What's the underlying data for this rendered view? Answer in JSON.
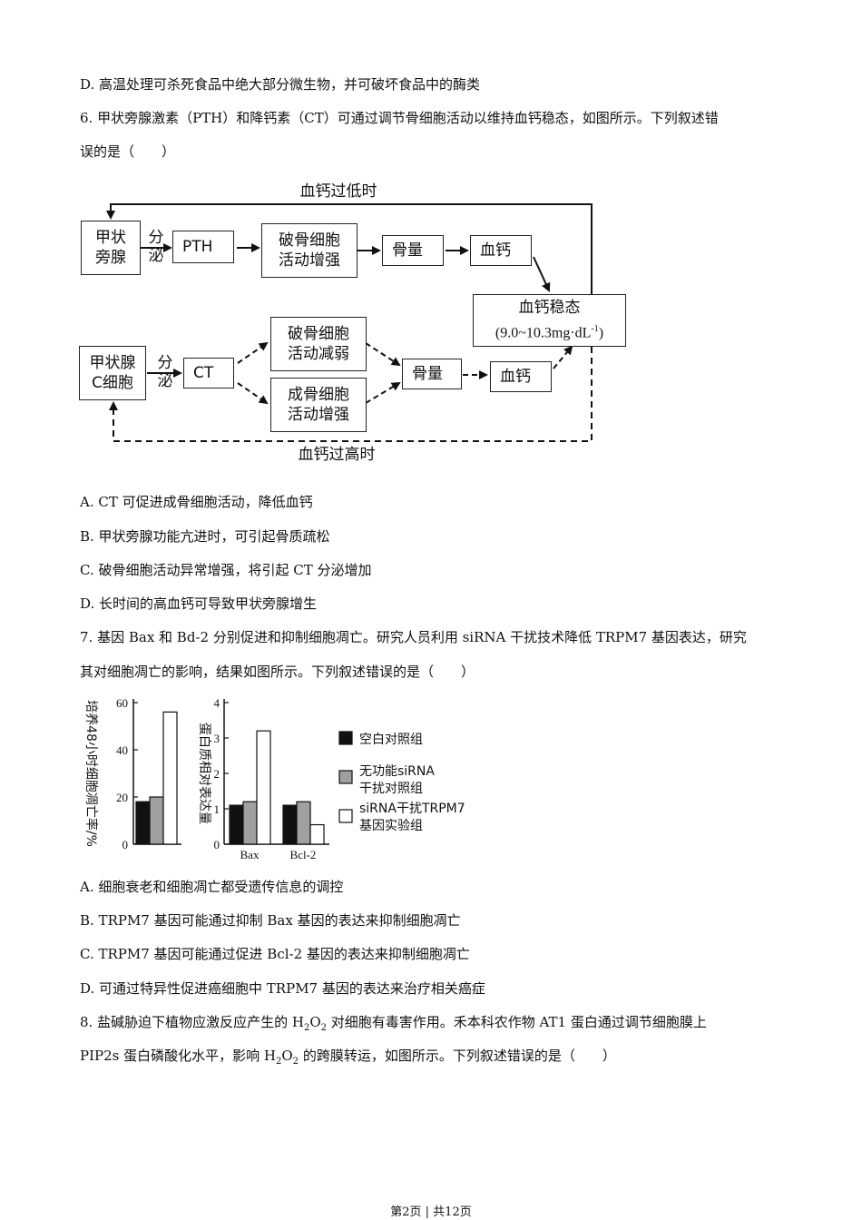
{
  "lines": {
    "l1": "D. 高温处理可杀死食品中绝大部分微生物，并可破坏食品中的酶类",
    "q6a": "6. 甲状旁腺激素（PTH）和降钙素（CT）可通过调节骨细胞活动以维持血钙稳态，如图所示。下列叙述错",
    "q6b": "误的是（　　）",
    "q6A": "A. CT 可促进成骨细胞活动，降低血钙",
    "q6B": "B.  甲状旁腺功能亢进时，可引起骨质疏松",
    "q6C": "C.  破骨细胞活动异常增强，将引起 CT 分泌增加",
    "q6D": "D.  长时间的高血钙可导致甲状旁腺增生",
    "q7a": "7.  基因 Bax 和 Bd-2 分别促进和抑制细胞凋亡。研究人员利用 siRNA 干扰技术降低 TRPM7 基因表达，研究",
    "q7b": "其对细胞凋亡的影响，结果如图所示。下列叙述错误的是（　　）",
    "q7A": "A.  细胞衰老和细胞凋亡都受遗传信息的调控",
    "q7B": "B. TRPM7 基因可能通过抑制 Bax 基因的表达来抑制细胞凋亡",
    "q7C": "C. TRPM7 基因可能通过促进 Bcl-2 基因的表达来抑制细胞凋亡",
    "q7D": "D.  可通过特异性促进癌细胞中 TRPM7 基因的表达来治疗相关癌症",
    "q8a_1": "8.  盐碱胁迫下植物应激反应产生的 H",
    "q8a_sub1": "2",
    "q8a_2": "O",
    "q8a_sub2": "2",
    "q8a_3": " 对细胞有毒害作用。禾本科农作物 AT1 蛋白通过调节细胞膜上",
    "q8b_1": "PIP2s 蛋白磷酸化水平，影响 H",
    "q8b_sub1": "2",
    "q8b_2": "O",
    "q8b_sub2": "2",
    "q8b_3": " 的跨膜转运，如图所示。下列叙述错误的是（　　）"
  },
  "diagram": {
    "top_label": "血钙过低时",
    "bottom_label": "血钙过高时",
    "parathyroid": "甲状\n旁腺",
    "secrete1": "分\n泌",
    "pth": "PTH",
    "osteoclast_up": "破骨细胞\n活动增强",
    "bone_down": "骨量",
    "ca_up": "血钙",
    "homeostasis_title": "血钙稳态",
    "homeostasis_range": "(9.0~10.3mg·dL",
    "homeostasis_exp": "-1",
    "thyroid_c": "甲状腺\nC细胞",
    "secrete2": "分\n泌",
    "ct": "CT",
    "osteoclast_down": "破骨细胞\n活动减弱",
    "osteoblast_up": "成骨细胞\n活动增强",
    "bone_up": "骨量",
    "ca_down": "血钙"
  },
  "chart_data": [
    {
      "type": "bar",
      "ylabel": "培养48小时细胞凋亡率/%",
      "ylim": [
        0,
        60
      ],
      "yticks": [
        "0",
        "20",
        "40",
        "60"
      ],
      "categories": [
        ""
      ],
      "series": [
        {
          "name": "空白对照组",
          "values": [
            18
          ]
        },
        {
          "name": "无功能siRNA干扰对照组",
          "values": [
            20
          ]
        },
        {
          "name": "siRNA干扰TRPM7基因实验组",
          "values": [
            56
          ]
        }
      ]
    },
    {
      "type": "bar",
      "ylabel": "蛋白质相对表达量",
      "ylim": [
        0,
        4
      ],
      "yticks": [
        "0",
        "1",
        "2",
        "3",
        "4"
      ],
      "categories": [
        "Bax",
        "Bcl-2"
      ],
      "series": [
        {
          "name": "空白对照组",
          "values": [
            1.1,
            1.1
          ]
        },
        {
          "name": "无功能siRNA干扰对照组",
          "values": [
            1.2,
            1.2
          ]
        },
        {
          "name": "siRNA干扰TRPM7基因实验组",
          "values": [
            3.2,
            0.55
          ]
        }
      ]
    }
  ],
  "legend": {
    "blank": "空白对照组",
    "nonfunc_1": "无功能siRNA",
    "nonfunc_2": "干扰对照组",
    "exp_1": "siRNA干扰TRPM7",
    "exp_2": "基因实验组"
  },
  "colors": {
    "black": "#111111",
    "gray": "#a0a0a0",
    "white": "#ffffff"
  },
  "footer": "第2页 | 共12页"
}
